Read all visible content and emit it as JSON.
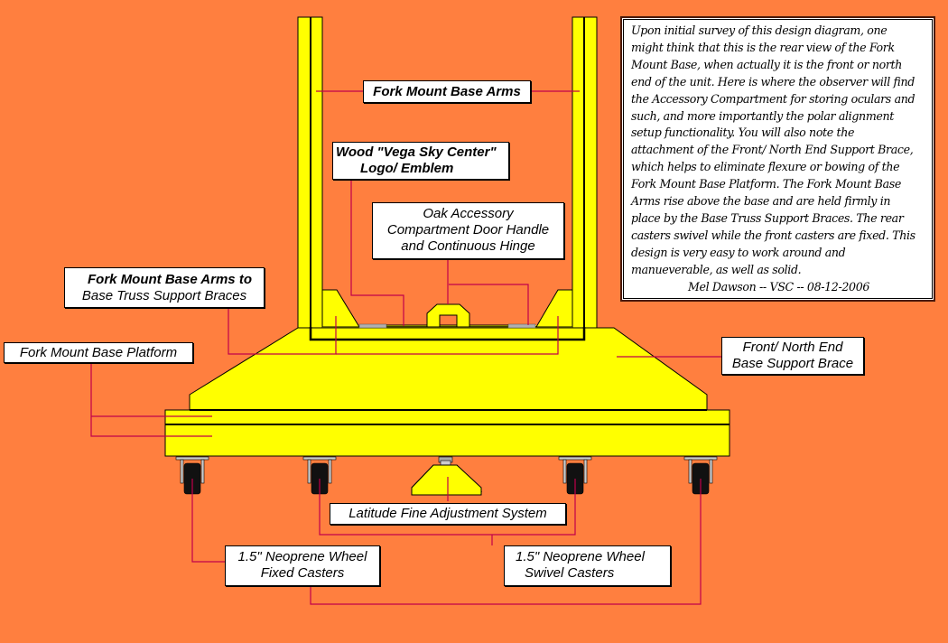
{
  "diagram": {
    "title": "Fork Mount Base - Front / North End View",
    "colors": {
      "background": "#ff7f3f",
      "structure": "#ffff00",
      "outline": "#000000",
      "leader": "#c0004a",
      "hinge": "#b0b0b0",
      "wheel": "#111111"
    }
  },
  "labels": {
    "arms": "Fork Mount Base Arms",
    "logo_line1": "Wood \"Vega Sky Center\"",
    "logo_line2": "Logo/ Emblem",
    "door_line1": "Oak Accessory",
    "door_line2": "Compartment Door Handle",
    "door_line3": "and Continuous Hinge",
    "truss_line1": "Fork Mount Base Arms to",
    "truss_line2": "Base Truss Support Braces",
    "platform": "Fork Mount Base Platform",
    "brace_line1": "Front/ North End",
    "brace_line2": "Base Support Brace",
    "latitude": "Latitude Fine Adjustment System",
    "fixed_line1": "1.5\" Neoprene Wheel",
    "fixed_line2": "Fixed Casters",
    "swivel_line1": "1.5\"  Neoprene Wheel",
    "swivel_line2": "Swivel Casters"
  },
  "note": {
    "lines": [
      "Upon initial survey of this design diagram, one",
      "might think that this is the rear view of the Fork",
      "Mount Base, when actually it is the front or north",
      "end of the unit. Here is where the observer will find",
      "the Accessory Compartment for storing oculars and",
      "such, and more importantly the polar alignment",
      "setup functionality. You will also note the",
      "attachment of the Front/ North End Support Brace,",
      "which helps to eliminate flexure or bowing of the",
      "Fork Mount Base Platform. The Fork Mount Base",
      "Arms rise above the base and are held firmly in",
      "place by the Base Truss Support Braces. The rear",
      "casters swivel while the front casters are fixed. This",
      "design is very easy to work around and",
      "manueverable, as well as solid."
    ],
    "signature": "Mel Dawson  --  VSC  --  08-12-2006"
  }
}
